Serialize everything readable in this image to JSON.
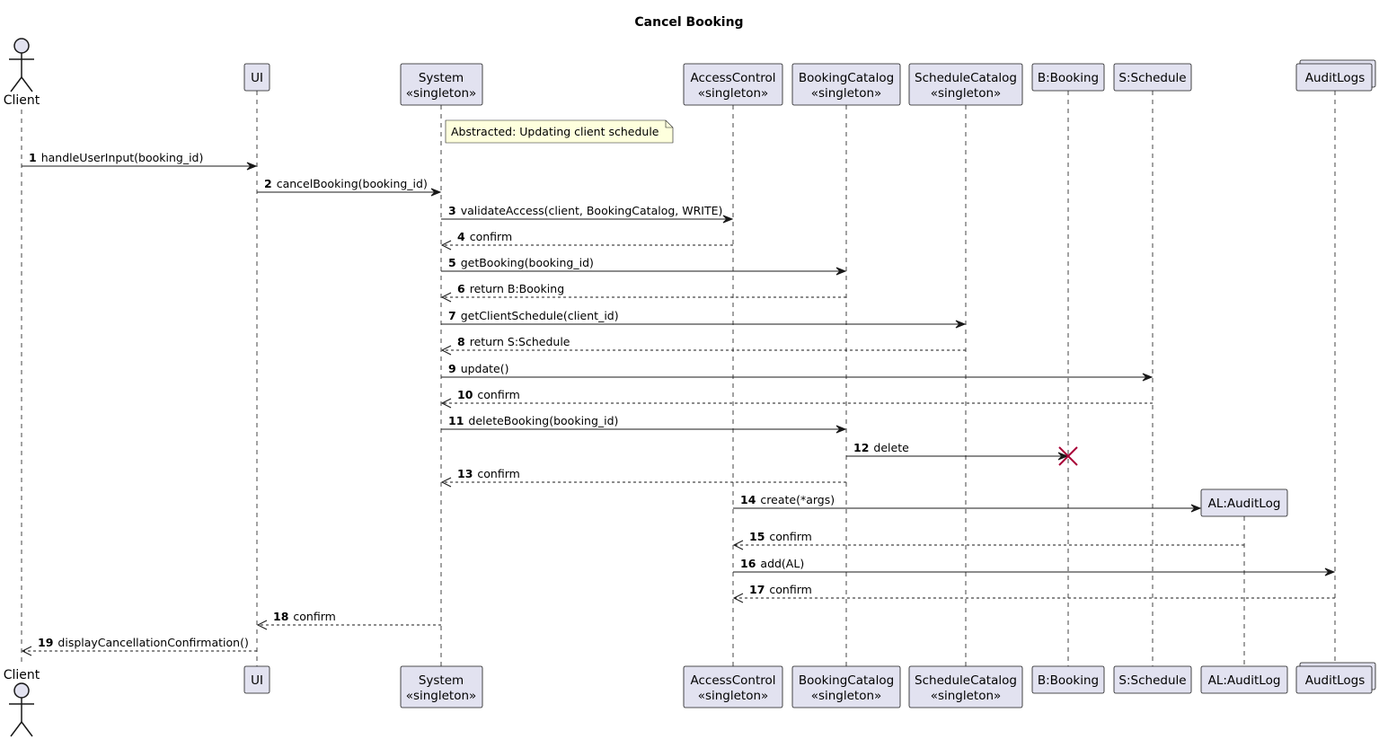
{
  "diagram": {
    "title": "Cancel Booking",
    "participants": [
      {
        "id": "client",
        "kind": "actor",
        "label": "Client"
      },
      {
        "id": "ui",
        "kind": "box",
        "label": "UI"
      },
      {
        "id": "system",
        "kind": "box",
        "label": "System",
        "stereotype": "«singleton»"
      },
      {
        "id": "access",
        "kind": "box",
        "label": "AccessControl",
        "stereotype": "«singleton»"
      },
      {
        "id": "bcat",
        "kind": "box",
        "label": "BookingCatalog",
        "stereotype": "«singleton»"
      },
      {
        "id": "scat",
        "kind": "box",
        "label": "ScheduleCatalog",
        "stereotype": "«singleton»"
      },
      {
        "id": "booking",
        "kind": "box",
        "label": "B:Booking"
      },
      {
        "id": "schedule",
        "kind": "box",
        "label": "S:Schedule"
      },
      {
        "id": "auditlog",
        "kind": "box",
        "label": "AL:AuditLog",
        "created_at_message": 14
      },
      {
        "id": "auditlogs",
        "kind": "collection",
        "label": "AuditLogs"
      }
    ],
    "note": {
      "text": "Abstracted: Updating client schedule",
      "over": "system"
    },
    "messages": [
      {
        "num": "1",
        "label": "handleUserInput(booking_id)",
        "from": "client",
        "to": "ui",
        "type": "sync"
      },
      {
        "num": "2",
        "label": "cancelBooking(booking_id)",
        "from": "ui",
        "to": "system",
        "type": "sync"
      },
      {
        "num": "3",
        "label": "validateAccess(client, BookingCatalog, WRITE)",
        "from": "system",
        "to": "access",
        "type": "sync"
      },
      {
        "num": "4",
        "label": "confirm",
        "from": "access",
        "to": "system",
        "type": "return"
      },
      {
        "num": "5",
        "label": "getBooking(booking_id)",
        "from": "system",
        "to": "bcat",
        "type": "sync"
      },
      {
        "num": "6",
        "label": "return B:Booking",
        "from": "bcat",
        "to": "system",
        "type": "return"
      },
      {
        "num": "7",
        "label": "getClientSchedule(client_id)",
        "from": "system",
        "to": "scat",
        "type": "sync"
      },
      {
        "num": "8",
        "label": "return S:Schedule",
        "from": "scat",
        "to": "system",
        "type": "return"
      },
      {
        "num": "9",
        "label": "update()",
        "from": "system",
        "to": "schedule",
        "type": "sync"
      },
      {
        "num": "10",
        "label": "confirm",
        "from": "schedule",
        "to": "system",
        "type": "return"
      },
      {
        "num": "11",
        "label": "deleteBooking(booking_id)",
        "from": "system",
        "to": "bcat",
        "type": "sync"
      },
      {
        "num": "12",
        "label": "delete",
        "from": "bcat",
        "to": "booking",
        "type": "destroy"
      },
      {
        "num": "13",
        "label": "confirm",
        "from": "bcat",
        "to": "system",
        "type": "return"
      },
      {
        "num": "14",
        "label": "create(*args)",
        "from": "access",
        "to": "auditlog",
        "type": "create"
      },
      {
        "num": "15",
        "label": "confirm",
        "from": "auditlog",
        "to": "access",
        "type": "return"
      },
      {
        "num": "16",
        "label": "add(AL)",
        "from": "access",
        "to": "auditlogs",
        "type": "sync"
      },
      {
        "num": "17",
        "label": "confirm",
        "from": "auditlogs",
        "to": "access",
        "type": "return"
      },
      {
        "num": "18",
        "label": "confirm",
        "from": "system",
        "to": "ui",
        "type": "return"
      },
      {
        "num": "19",
        "label": "displayCancellationConfirmation()",
        "from": "ui",
        "to": "client",
        "type": "return"
      }
    ],
    "colors": {
      "participant_fill": "#E2E2F0",
      "participant_border": "#181818",
      "note_fill": "#FEFFDD",
      "lifeline": "#181818",
      "destroy_mark": "#A80036"
    }
  }
}
